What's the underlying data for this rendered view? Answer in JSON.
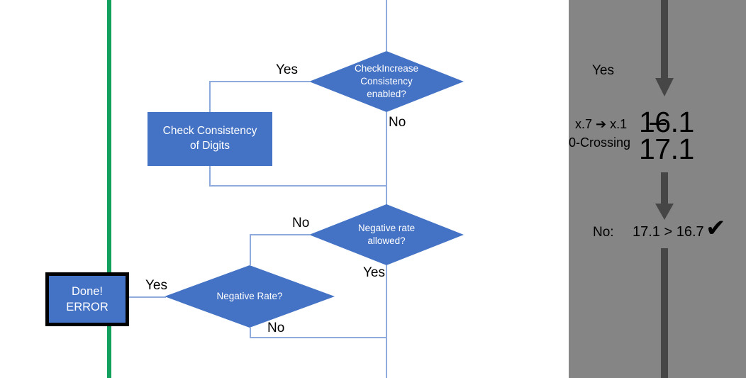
{
  "colors": {
    "shape_fill": "#4472C4",
    "connector": "#8FAADC",
    "green_divider": "#12A05C",
    "panel_background": "#858585",
    "panel_arrow": "#464646",
    "text_on_shape": "#FFFFFF",
    "text_on_canvas": "#000000"
  },
  "flowchart": {
    "decisions": [
      {
        "id": "check-increase-consistency",
        "lines": [
          "CheckIncrease",
          "Consistency",
          "enabled?"
        ],
        "branch_labels": {
          "yes": "Yes",
          "no": "No"
        }
      },
      {
        "id": "negative-rate-allowed",
        "lines": [
          "Negative rate",
          "allowed?"
        ],
        "branch_labels": {
          "no": "No",
          "yes": "Yes"
        }
      },
      {
        "id": "negative-rate",
        "lines": [
          "Negative Rate?"
        ],
        "branch_labels": {
          "yes": "Yes",
          "no": "No"
        }
      }
    ],
    "processes": [
      {
        "id": "check-consistency-of-digits",
        "lines": [
          "Check Consistency",
          "of Digits"
        ]
      }
    ],
    "terminators": [
      {
        "id": "done-error",
        "lines": [
          "Done!",
          "ERROR"
        ]
      }
    ],
    "edge_labels": {
      "check_increase_yes": "Yes",
      "check_increase_no": "No",
      "negative_rate_allowed_no": "No",
      "negative_rate_allowed_yes": "Yes",
      "negative_rate_yes": "Yes",
      "negative_rate_no": "No"
    }
  },
  "panel": {
    "branch_label": "Yes",
    "annotation": {
      "line1": "x.7 ➔ x.1",
      "line2": "0-Crossing"
    },
    "values": {
      "struck_value": "16.1",
      "result_value": "17.1"
    },
    "comparison": {
      "prefix": "No:",
      "expression": "17.1 > 16.7",
      "mark": "✔"
    }
  }
}
